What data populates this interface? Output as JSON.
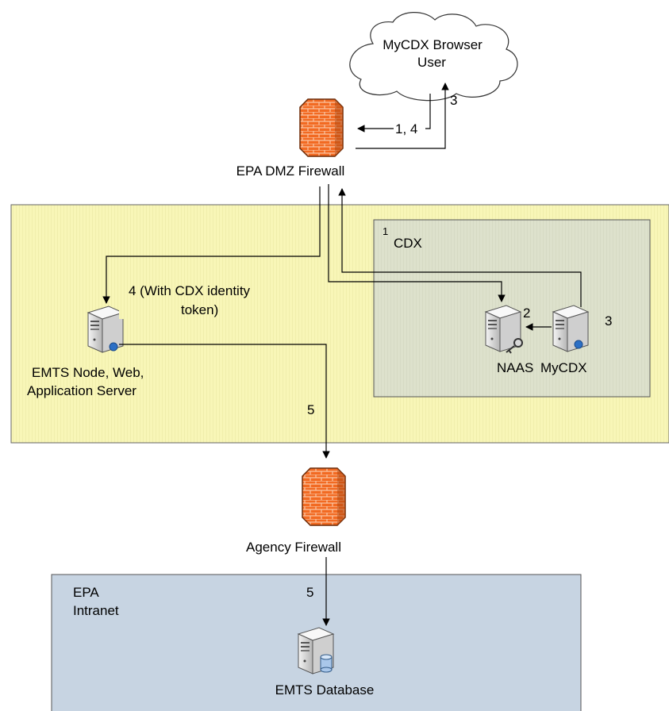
{
  "cloud": {
    "line1": "MyCDX  Browser",
    "line2": "User"
  },
  "firewalls": {
    "dmz_label": "EPA DMZ Firewall",
    "agency_label": "Agency Firewall"
  },
  "zones": {
    "cdx_label": "CDX",
    "intranet_line1": "EPA",
    "intranet_line2": "Intranet"
  },
  "servers": {
    "naas": "NAAS",
    "mycdx": "MyCDX",
    "emts_line1": "EMTS Node, Web,",
    "emts_line2": "Application Server",
    "database": "EMTS Database"
  },
  "steps": {
    "step_1_4": "1, 4",
    "step_3_top": "3",
    "step_1_cdx": "1",
    "step_2": "2",
    "step_3_mycdx": "3",
    "step_4_line1": "4 (With CDX identity",
    "step_4_line2": "token)",
    "step_5_upper": "5",
    "step_5_lower": "5"
  },
  "colors": {
    "dmz_fill": "#f8f6b7",
    "cdx_fill": "#dde1cc",
    "intranet_fill": "#c7d4e2",
    "firewall": "#f26a22",
    "server": "#e6e6e6"
  }
}
